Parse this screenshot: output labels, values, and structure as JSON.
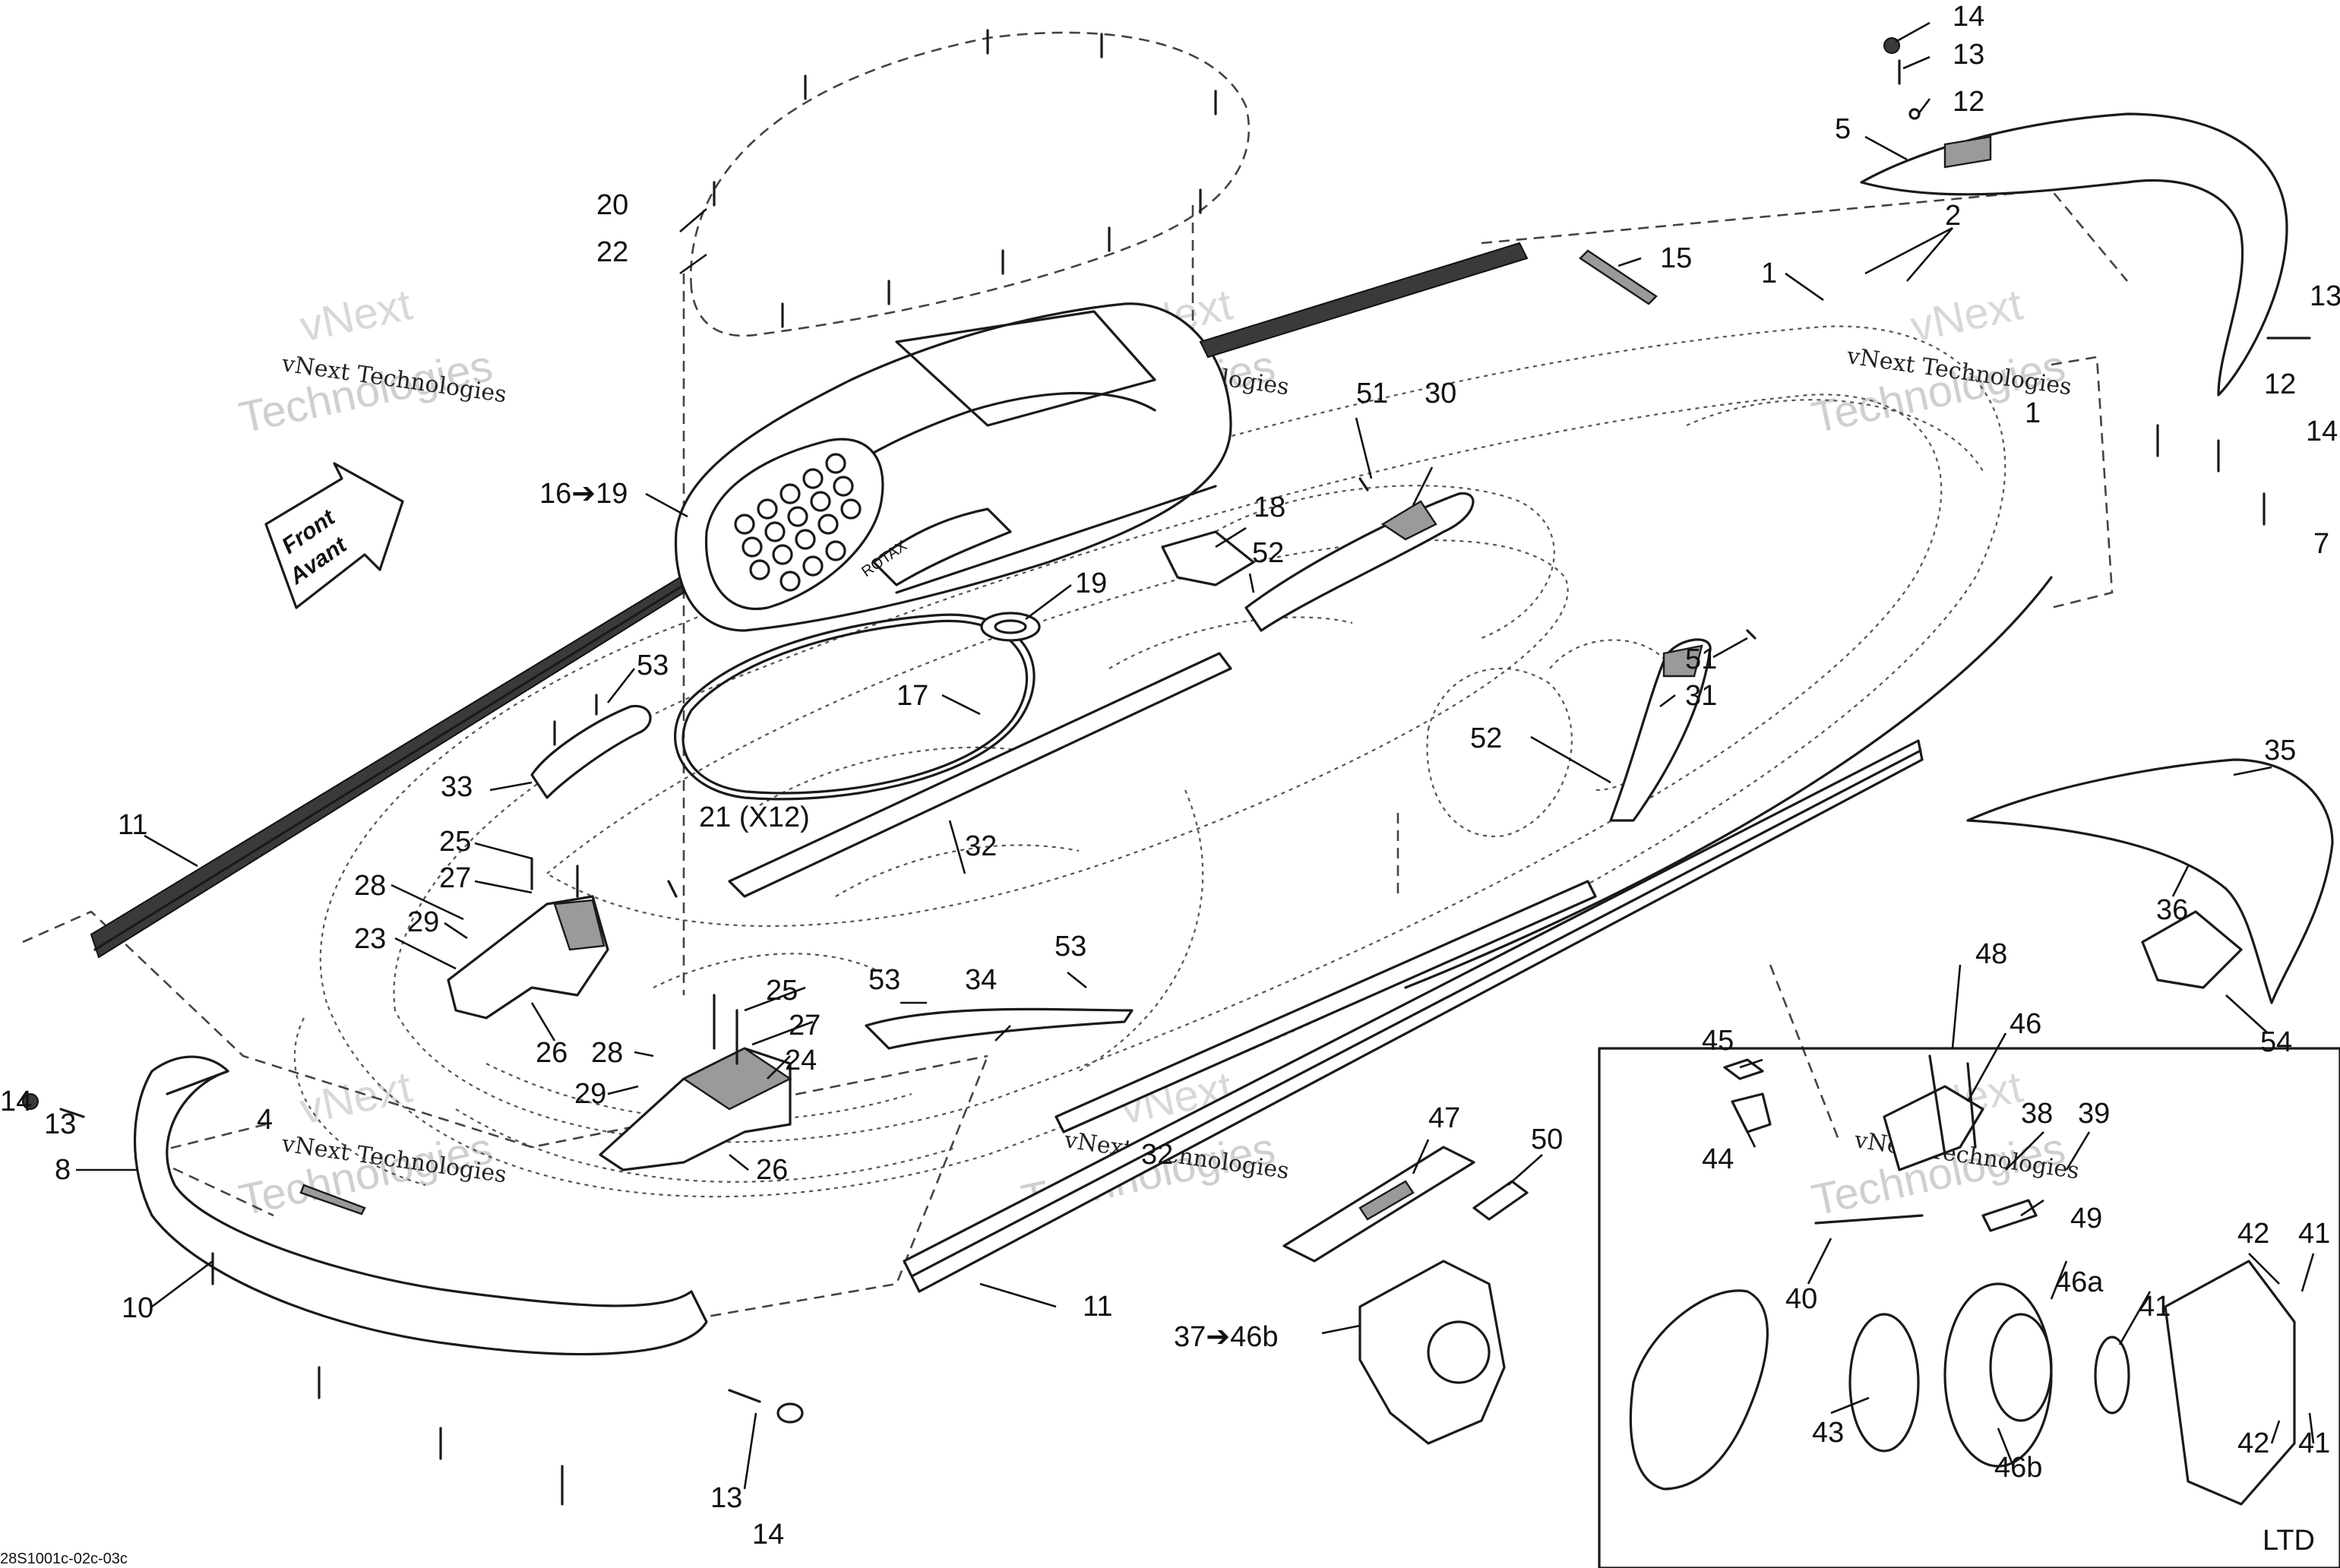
{
  "callouts": {
    "c_14_tr": "14",
    "c_13_tr": "13",
    "c_12_tr": "12",
    "c_5": "5",
    "c_2": "2",
    "c_1_a": "1",
    "c_1_b": "1",
    "c_15": "15",
    "c_13_r": "13",
    "c_12_r": "12",
    "c_14_r": "14",
    "c_7": "7",
    "c_20": "20",
    "c_22": "22",
    "c_16_19": "16➔19",
    "c_18": "18",
    "c_19": "19",
    "c_17": "17",
    "c_51_a": "51",
    "c_30": "30",
    "c_52_a": "52",
    "c_51_b": "51",
    "c_31": "31",
    "c_52_b": "52",
    "c_53_a": "53",
    "c_33": "33",
    "c_11_a": "11",
    "c_21": "21 (X12)",
    "c_32_a": "32",
    "c_25_a": "25",
    "c_27_a": "27",
    "c_28_a": "28",
    "c_29_a": "29",
    "c_23": "23",
    "c_26_a": "26",
    "c_53_b": "53",
    "c_34": "34",
    "c_53_c": "53",
    "c_25_b": "25",
    "c_27_b": "27",
    "c_24": "24",
    "c_28_b": "28",
    "c_29_b": "29",
    "c_26_b": "26",
    "c_14_l": "14",
    "c_13_l": "13",
    "c_4": "4",
    "c_8": "8",
    "c_10": "10",
    "c_13_b": "13",
    "c_14_b": "14",
    "c_32_b": "32",
    "c_11_b": "11",
    "c_47": "47",
    "c_50": "50",
    "c_37_46b": "37➔46b",
    "c_35": "35",
    "c_36": "36",
    "c_54": "54",
    "c_48": "48",
    "c_45": "45",
    "c_46": "46",
    "c_44": "44",
    "c_38": "38",
    "c_39": "39",
    "c_40": "40",
    "c_49": "49",
    "c_46a": "46a",
    "c_41_a": "41",
    "c_42_a": "42",
    "c_41_b": "41",
    "c_43": "43",
    "c_46b": "46b",
    "c_42_b": "42",
    "c_41_c": "41",
    "c_ltd": "LTD"
  },
  "front_arrow": {
    "line1": "Front",
    "line2": "Avant"
  },
  "logo_text": "ROTAX",
  "watermark": {
    "small": "vNext Technologies",
    "large": "Technologies",
    "partial": "vNext"
  },
  "figure_id": "28S1001c-02c-03c",
  "colors": {
    "ink": "#1a1a1a",
    "paper": "#ffffff",
    "watermark": "#cfcfcf"
  }
}
